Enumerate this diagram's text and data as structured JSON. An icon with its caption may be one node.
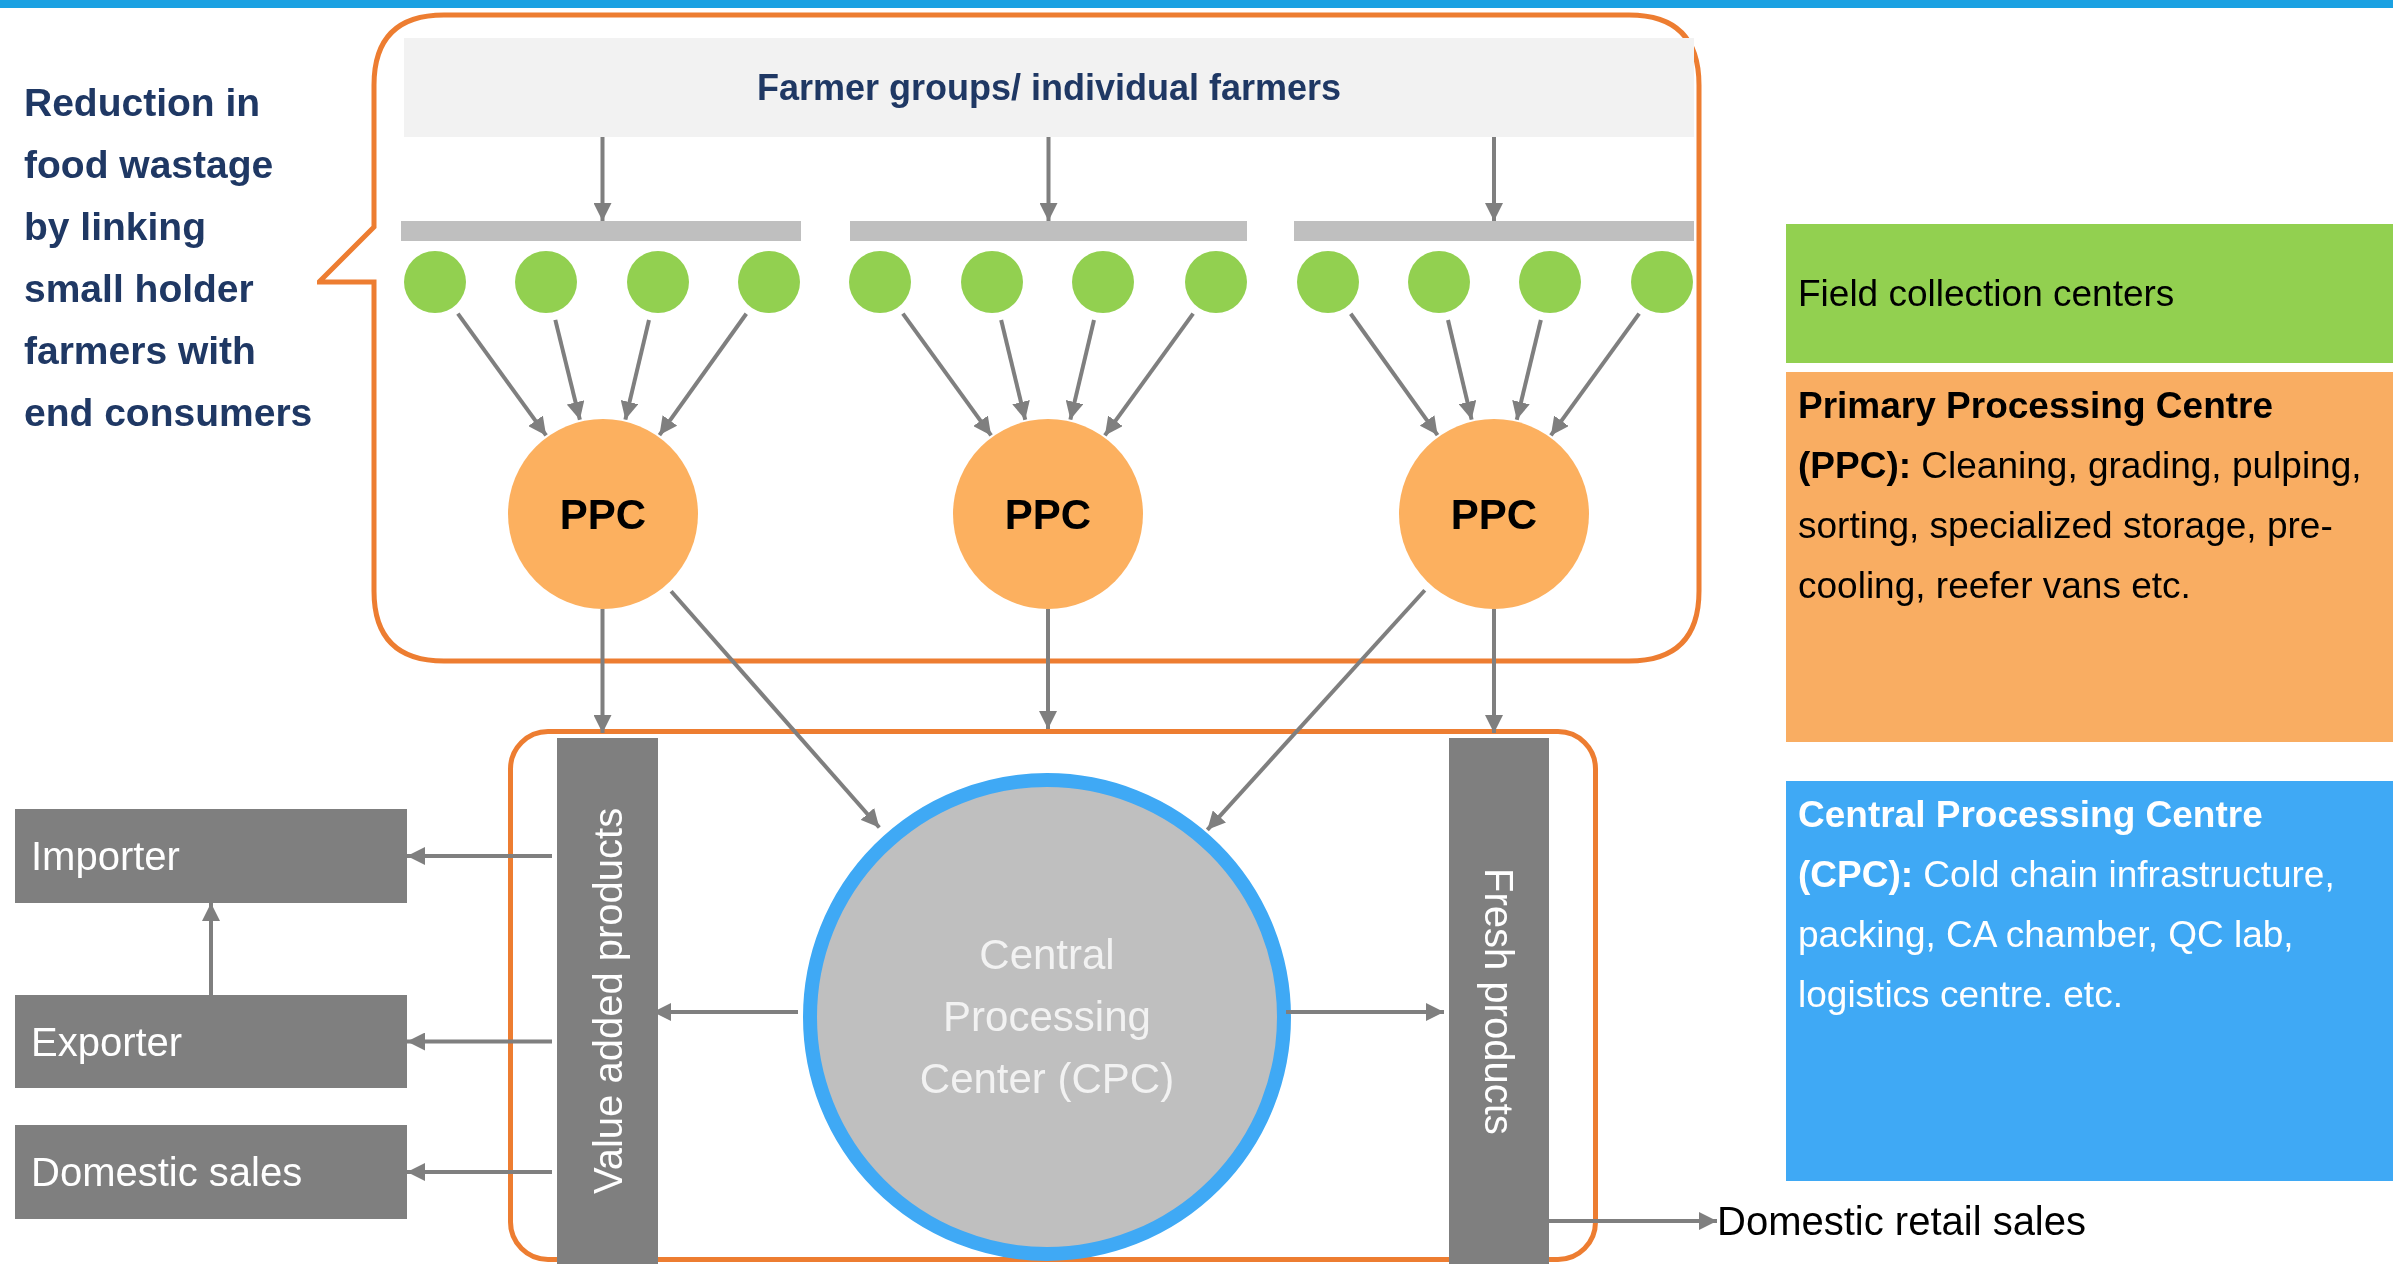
{
  "diagram": {
    "nodes": [
      {
        "text": [],
        "shape": "box",
        "beside": [
          "Reduction in food wastage by linking small holder farmers with end consumers"
        ]
      },
      {
        "text": [
          "Farmer groups/ individual farmers"
        ],
        "in": 0
      },
      {
        "text": [],
        "shape": "bar",
        "in": 0
      },
      {
        "text": [],
        "shape": "bar",
        "in": 0
      },
      {
        "text": [],
        "shape": "bar",
        "in": 0
      },
      {
        "text": [],
        "shape": "circle",
        "in": 0
      },
      {
        "text": [],
        "shape": "circle",
        "in": 0
      },
      {
        "text": [],
        "shape": "circle",
        "in": 0
      },
      {
        "text": [],
        "shape": "circle",
        "in": 0
      },
      {
        "text": [],
        "shape": "circle",
        "in": 0
      },
      {
        "text": [],
        "shape": "circle",
        "in": 0
      },
      {
        "text": [],
        "shape": "circle",
        "in": 0
      },
      {
        "text": [],
        "shape": "circle",
        "in": 0
      },
      {
        "text": [],
        "shape": "circle",
        "in": 0
      },
      {
        "text": [],
        "shape": "circle",
        "in": 0
      },
      {
        "text": [],
        "shape": "circle",
        "in": 0
      },
      {
        "text": [],
        "shape": "circle",
        "in": 0
      },
      {
        "text": [
          "PPC"
        ],
        "in": 0
      },
      {
        "text": [
          "PPC"
        ],
        "in": 0
      },
      {
        "text": [
          "PPC"
        ],
        "in": 0
      },
      {
        "text": [],
        "shape": "box"
      },
      {
        "text": [
          "Value added products"
        ],
        "in": 20
      },
      {
        "text": [
          "Central Processing Center (CPC)"
        ],
        "in": 20
      },
      {
        "text": [
          "Fresh products"
        ],
        "in": 20
      },
      {
        "text": [
          "Importer"
        ]
      },
      {
        "text": [
          "Exporter"
        ]
      },
      {
        "text": [
          "Domestic sales"
        ]
      },
      {
        "text": [
          "Domestic retail sales"
        ]
      }
    ],
    "edges": [
      {
        "from": 1,
        "to": 2,
        "arrow": "to"
      },
      {
        "from": 1,
        "to": 3,
        "arrow": "to"
      },
      {
        "from": 1,
        "to": 4,
        "arrow": "to"
      },
      {
        "from": 5,
        "to": 17,
        "arrow": "to"
      },
      {
        "from": 6,
        "to": 17,
        "arrow": "to"
      },
      {
        "from": 7,
        "to": 17,
        "arrow": "to"
      },
      {
        "from": 8,
        "to": 17,
        "arrow": "to"
      },
      {
        "from": 9,
        "to": 18,
        "arrow": "to"
      },
      {
        "from": 10,
        "to": 18,
        "arrow": "to"
      },
      {
        "from": 11,
        "to": 18,
        "arrow": "to"
      },
      {
        "from": 12,
        "to": 18,
        "arrow": "to"
      },
      {
        "from": 13,
        "to": 19,
        "arrow": "to"
      },
      {
        "from": 14,
        "to": 19,
        "arrow": "to"
      },
      {
        "from": 15,
        "to": 19,
        "arrow": "to"
      },
      {
        "from": 16,
        "to": 19,
        "arrow": "to"
      },
      {
        "from": 17,
        "to": 21,
        "arrow": "to"
      },
      {
        "from": 17,
        "to": 22,
        "arrow": "to"
      },
      {
        "from": 18,
        "to": 20,
        "arrow": "to"
      },
      {
        "from": 19,
        "to": 22,
        "arrow": "to"
      },
      {
        "from": 19,
        "to": 23,
        "arrow": "to"
      },
      {
        "from": 22,
        "to": 21,
        "arrow": "to"
      },
      {
        "from": 22,
        "to": 23,
        "arrow": "to"
      },
      {
        "from": 21,
        "to": 24,
        "arrow": "to"
      },
      {
        "from": 21,
        "to": 25,
        "arrow": "to"
      },
      {
        "from": 21,
        "to": 26,
        "arrow": "to"
      },
      {
        "from": 25,
        "to": 24,
        "arrow": "to"
      },
      {
        "from": 23,
        "to": 27,
        "arrow": "to"
      }
    ],
    "legend": [
      {
        "text": "Field collection centers",
        "color": "#92d050"
      },
      {
        "text": "**Primary Processing Centre (PPC):** Cleaning, grading, pulping, sorting, specialized storage, pre-cooling, reefer vans etc.",
        "color": "#f9ad62"
      },
      {
        "text": "**Central Processing Centre (CPC):** Cold chain infrastructure, packing, CA chamber, QC lab, logistics centre. etc.",
        "color": "#3fa9f5"
      }
    ]
  }
}
